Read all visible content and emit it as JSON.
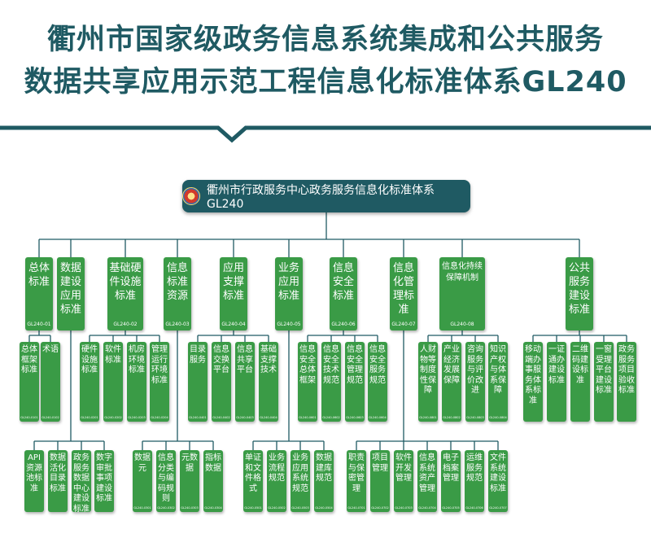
{
  "title_line1": "衢州市国家级政务信息系统集成和公共服务",
  "title_line2": "数据共享应用示范工程信息化标准体系GL240",
  "root_label": "衢州市行政服务中心政务服务信息化标准体系 GL240",
  "categories": [
    {
      "label": "总体标准",
      "code": "GL240-01"
    },
    {
      "label": "数据建设应用标准",
      "code": ""
    },
    {
      "label": "基础硬件设施标准",
      "code": "GL240-02"
    },
    {
      "label": "信息标准资源",
      "code": "GL240-03"
    },
    {
      "label": "应用支撑标准",
      "code": "GL240-04"
    },
    {
      "label": "业务应用标准",
      "code": "GL240-05"
    },
    {
      "label": "信息安全标准",
      "code": "GL240-06"
    },
    {
      "label": "信息化管理标准",
      "code": "GL240-07"
    },
    {
      "label": "信息化持续保障机制",
      "code": "GL240-08"
    },
    {
      "label": "公共服务建设标准",
      "code": ""
    }
  ],
  "leaves_upper": [
    {
      "label": "总体框架标准",
      "code": "GL240-0101"
    },
    {
      "label": "术语",
      "code": "GL240-0102"
    },
    {
      "label": "硬件设施标准",
      "code": "GL240-0201"
    },
    {
      "label": "软件标准",
      "code": "GL240-0202"
    },
    {
      "label": "机房环境标准",
      "code": "GL240-0203"
    },
    {
      "label": "管理运行环境标准",
      "code": "GL240-0204"
    },
    {
      "label": "目录服务",
      "code": "GL240-0401"
    },
    {
      "label": "信息交换平台",
      "code": "GL240-0402"
    },
    {
      "label": "信息共享平台",
      "code": "GL240-0403"
    },
    {
      "label": "基础支撑技术",
      "code": "GL240-0404"
    },
    {
      "label": "信息安全总体框架",
      "code": "GL240-0601"
    },
    {
      "label": "信息安全技术规范",
      "code": "GL240-0602"
    },
    {
      "label": "信息安全管理规范",
      "code": "GL240-0603"
    },
    {
      "label": "信息安全服务规范",
      "code": "GL240-0604"
    },
    {
      "label": "人财物等制度性保障",
      "code": "GL240-0801"
    },
    {
      "label": "产业经济发展保障",
      "code": "GL240-0802"
    },
    {
      "label": "咨询服务与评价改进",
      "code": "GL240-0803"
    },
    {
      "label": "知识产权与体系保障",
      "code": "GL240-0804"
    },
    {
      "label": "移动端办事服务体系标准",
      "code": ""
    },
    {
      "label": "一证通办建设标准",
      "code": ""
    },
    {
      "label": "二维码建设标准",
      "code": ""
    },
    {
      "label": "一窗受理平台建设标准",
      "code": ""
    },
    {
      "label": "政务服务项目验收标准",
      "code": ""
    }
  ],
  "leaves_lower": [
    {
      "label": "API资源池标准",
      "code": ""
    },
    {
      "label": "数据活化目录标准",
      "code": ""
    },
    {
      "label": "政务服务数据中心建设标准",
      "code": ""
    },
    {
      "label": "数字审批事项建设标准",
      "code": ""
    },
    {
      "label": "数据元",
      "code": "GL240-0301"
    },
    {
      "label": "信息分类与编码规则",
      "code": "GL240-0302"
    },
    {
      "label": "元数据",
      "code": "GL240-0303"
    },
    {
      "label": "指标数据",
      "code": "GL240-0304"
    },
    {
      "label": "单证和文件格式",
      "code": "GL240-0501"
    },
    {
      "label": "业务流程规范",
      "code": "GL240-0502"
    },
    {
      "label": "业务应用系统规范",
      "code": "GL240-0503"
    },
    {
      "label": "数据建库规范",
      "code": "GL240-0504"
    },
    {
      "label": "职责与保密管理",
      "code": "GL240-0701"
    },
    {
      "label": "项目管理",
      "code": "GL240-0702"
    },
    {
      "label": "软件开发管理",
      "code": "GL240-0703"
    },
    {
      "label": "信息系统资产管理",
      "code": "GL240-0704"
    },
    {
      "label": "电子档案管理",
      "code": "GL240-0705"
    },
    {
      "label": "运维服务规范",
      "code": "GL240-0706"
    },
    {
      "label": "文件系统建设标准",
      "code": "GL240-0707"
    }
  ]
}
